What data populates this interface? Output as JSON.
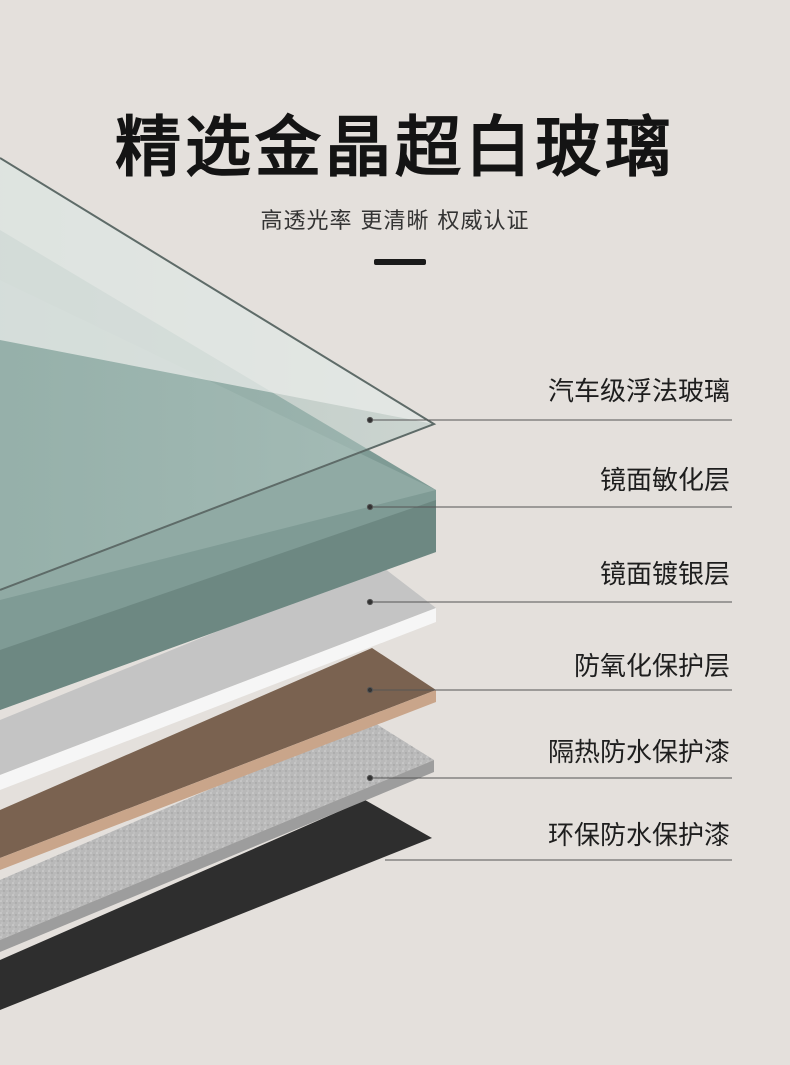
{
  "title": "精选金晶超白玻璃",
  "subtitle": "高透光率 更清晰 权威认证",
  "layers": [
    {
      "label": "汽车级浮法玻璃",
      "color": "#dfe3e2"
    },
    {
      "label": "镜面敏化层",
      "color": "#8fa8a2"
    },
    {
      "label": "镜面镀银层",
      "color": "#c4c4c4"
    },
    {
      "label": "防氧化保护层",
      "color": "#7a6250"
    },
    {
      "label": "隔热防水保护漆",
      "color": "#b5b5b5"
    },
    {
      "label": "环保防水保护漆",
      "color": "#2e2e2e"
    }
  ]
}
